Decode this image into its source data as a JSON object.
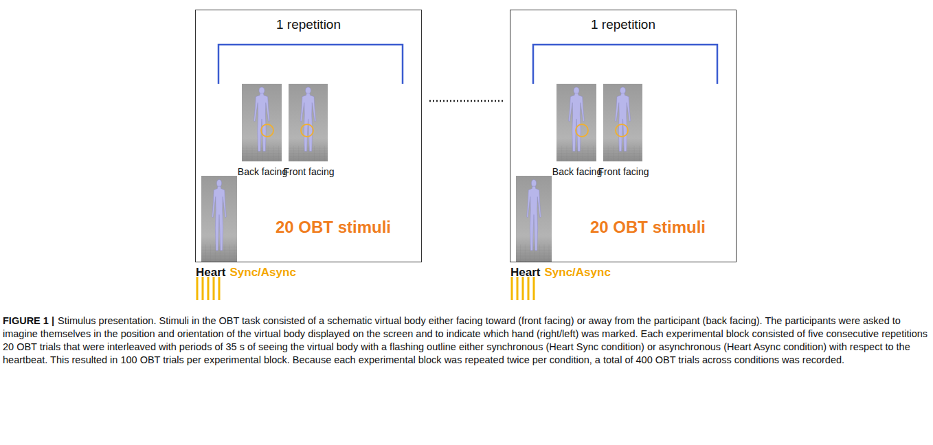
{
  "diagram": {
    "caption": "Stimulus presentation. Stimuli in the OBT task consisted of a schematic virtual body either facing toward (front facing) or away from the participant (back facing). The participants were asked to imagine themselves in the position and orientation of the virtual body displayed on the screen and to indicate which hand (right/left) was marked. Each experimental block consisted of five consecutive repetitions 20 OBT trials that were interleaved with periods of 35 s of seeing the virtual body with a flashing outline either synchronous (Heart Sync condition) or asynchronous (Heart Async condition) with respect to the heartbeat. This resulted in 100 OBT trials per experimental block. Because each experimental block was repeated twice per condition, a total of 400 OBT trials across conditions was recorded.",
    "nodes": [
      {
        "text": [
          "1 repetition",
          "20 OBT stimuli",
          "Heart",
          "Sync/Async"
        ]
      },
      {
        "text": [
          "Back facing"
        ],
        "in": 0
      },
      {
        "text": [
          "Front facing"
        ],
        "in": 0
      },
      {
        "text": [
          "1 repetition",
          "20 OBT stimuli",
          "Heart",
          "Sync/Async"
        ]
      },
      {
        "text": [
          "Back facing"
        ],
        "in": 3
      },
      {
        "text": [
          "Front facing"
        ],
        "in": 3
      }
    ],
    "labels": [
      "FIGURE 1 |"
    ]
  }
}
